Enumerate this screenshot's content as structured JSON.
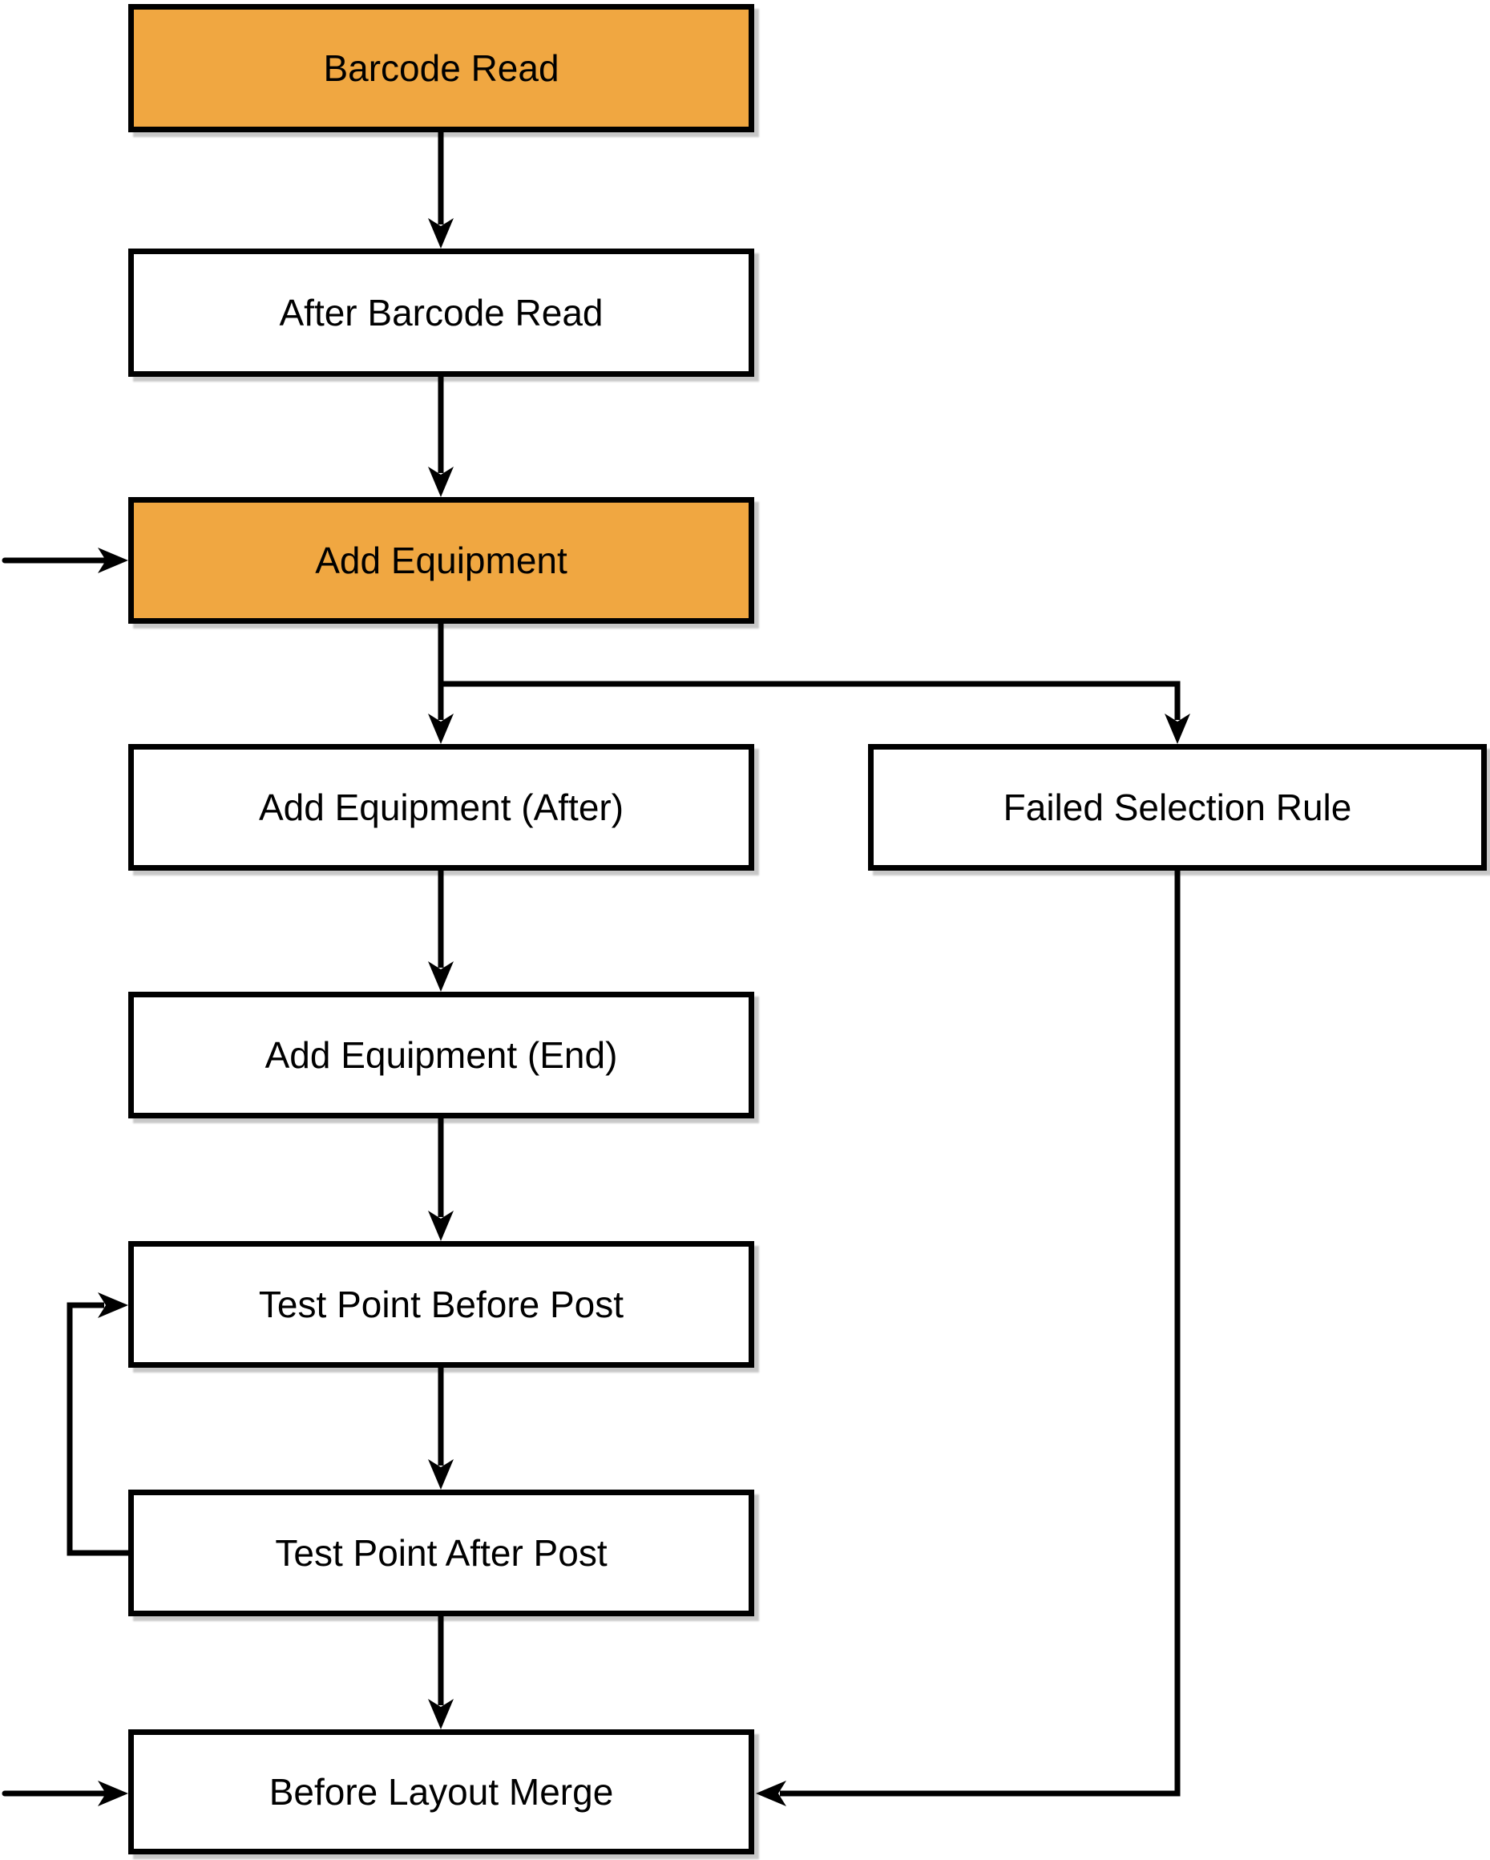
{
  "diagram": {
    "type": "flowchart",
    "colors": {
      "accent": "#F0A741",
      "node_border": "#000000",
      "connector": "#000000",
      "background": "#FFFFFF",
      "text": "#000000"
    },
    "nodes": [
      {
        "id": "barcode-read",
        "label": "Barcode Read",
        "fill": "accent"
      },
      {
        "id": "after-barcode-read",
        "label": "After Barcode Read",
        "fill": "white"
      },
      {
        "id": "add-equipment",
        "label": "Add Equipment",
        "fill": "accent"
      },
      {
        "id": "add-equipment-after",
        "label": "Add Equipment (After)",
        "fill": "white"
      },
      {
        "id": "failed-selection-rule",
        "label": "Failed Selection Rule",
        "fill": "white"
      },
      {
        "id": "add-equipment-end",
        "label": "Add Equipment (End)",
        "fill": "white"
      },
      {
        "id": "test-point-before-post",
        "label": "Test Point Before Post",
        "fill": "white"
      },
      {
        "id": "test-point-after-post",
        "label": "Test Point After Post",
        "fill": "white"
      },
      {
        "id": "before-layout-merge",
        "label": "Before Layout Merge",
        "fill": "white"
      }
    ],
    "edges": [
      {
        "from": "barcode-read",
        "to": "after-barcode-read"
      },
      {
        "from": "after-barcode-read",
        "to": "add-equipment"
      },
      {
        "from": "external-left",
        "to": "add-equipment"
      },
      {
        "from": "add-equipment",
        "to": "add-equipment-after"
      },
      {
        "from": "add-equipment",
        "to": "failed-selection-rule",
        "style": "branch-right"
      },
      {
        "from": "add-equipment-after",
        "to": "add-equipment-end"
      },
      {
        "from": "add-equipment-end",
        "to": "test-point-before-post"
      },
      {
        "from": "test-point-before-post",
        "to": "test-point-after-post"
      },
      {
        "from": "test-point-after-post",
        "to": "test-point-before-post",
        "style": "loop-left"
      },
      {
        "from": "test-point-after-post",
        "to": "before-layout-merge"
      },
      {
        "from": "failed-selection-rule",
        "to": "before-layout-merge",
        "style": "down-right-side"
      },
      {
        "from": "external-left",
        "to": "before-layout-merge"
      }
    ]
  }
}
